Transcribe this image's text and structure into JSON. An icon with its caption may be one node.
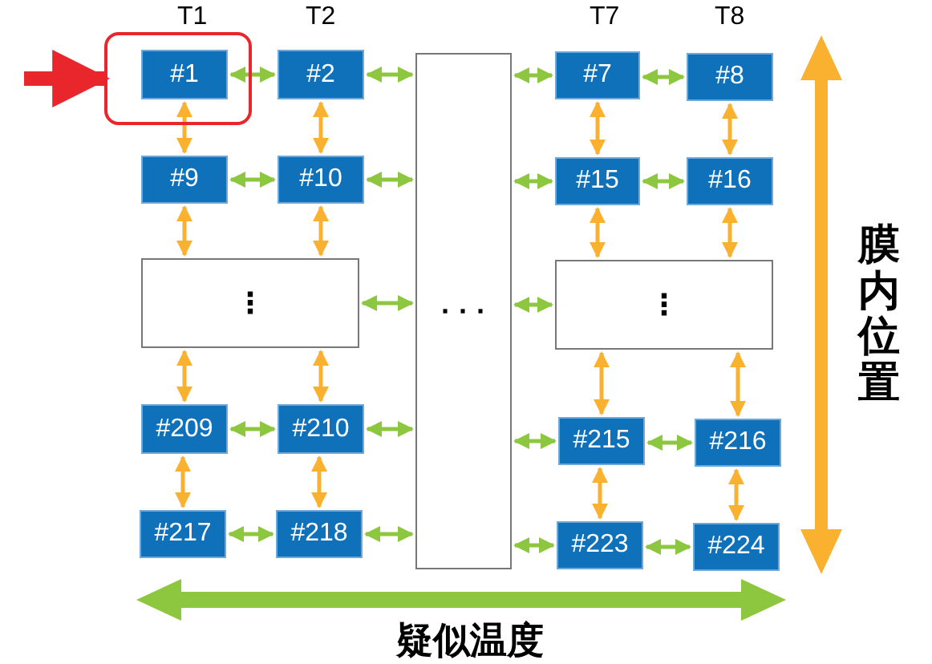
{
  "diagram": {
    "nodes": [
      {
        "text": [],
        "shape": "box"
      },
      {
        "text": [
          "#1"
        ],
        "in": 0
      },
      {
        "text": [
          "#2"
        ]
      },
      {
        "text": [
          "· · ·"
        ]
      },
      {
        "text": [
          "#7"
        ]
      },
      {
        "text": [
          "#8"
        ]
      },
      {
        "text": [
          "#9"
        ]
      },
      {
        "text": [
          "#10"
        ]
      },
      {
        "text": [
          "#15"
        ]
      },
      {
        "text": [
          "#16"
        ]
      },
      {
        "text": [
          "⋮"
        ]
      },
      {
        "text": [
          "⋮"
        ]
      },
      {
        "text": [
          "#209"
        ]
      },
      {
        "text": [
          "#210"
        ]
      },
      {
        "text": [
          "#215"
        ]
      },
      {
        "text": [
          "#216"
        ]
      },
      {
        "text": [
          "#217"
        ]
      },
      {
        "text": [
          "#218"
        ]
      },
      {
        "text": [
          "#223"
        ]
      },
      {
        "text": [
          "#224"
        ]
      }
    ],
    "edges": [
      {
        "from": null,
        "to": 0,
        "arrow": "to",
        "style": "thick",
        "color": "#e8262b"
      },
      {
        "from": 1,
        "to": 2,
        "arrow": "both"
      },
      {
        "from": 2,
        "to": 3,
        "arrow": "both"
      },
      {
        "from": 3,
        "to": 4,
        "arrow": "both"
      },
      {
        "from": 4,
        "to": 5,
        "arrow": "both"
      },
      {
        "from": 6,
        "to": 7,
        "arrow": "both"
      },
      {
        "from": 7,
        "to": 3,
        "arrow": "both"
      },
      {
        "from": 3,
        "to": 8,
        "arrow": "both"
      },
      {
        "from": 8,
        "to": 9,
        "arrow": "both"
      },
      {
        "from": 10,
        "to": 3,
        "arrow": "both"
      },
      {
        "from": 3,
        "to": 11,
        "arrow": "both"
      },
      {
        "from": 12,
        "to": 13,
        "arrow": "both"
      },
      {
        "from": 13,
        "to": 3,
        "arrow": "both"
      },
      {
        "from": 3,
        "to": 14,
        "arrow": "both"
      },
      {
        "from": 14,
        "to": 15,
        "arrow": "both"
      },
      {
        "from": 16,
        "to": 17,
        "arrow": "both"
      },
      {
        "from": 17,
        "to": 3,
        "arrow": "both"
      },
      {
        "from": 3,
        "to": 18,
        "arrow": "both"
      },
      {
        "from": 18,
        "to": 19,
        "arrow": "both"
      },
      {
        "from": 1,
        "to": 6,
        "arrow": "both",
        "color": "#fbb130"
      },
      {
        "from": 2,
        "to": 7,
        "arrow": "both",
        "color": "#fbb130"
      },
      {
        "from": 4,
        "to": 8,
        "arrow": "both",
        "color": "#fbb130"
      },
      {
        "from": 5,
        "to": 9,
        "arrow": "both",
        "color": "#fbb130"
      },
      {
        "from": 6,
        "to": 10,
        "arrow": "both",
        "color": "#fbb130"
      },
      {
        "from": 7,
        "to": 10,
        "arrow": "both",
        "color": "#fbb130"
      },
      {
        "from": 8,
        "to": 11,
        "arrow": "both",
        "color": "#fbb130"
      },
      {
        "from": 9,
        "to": 11,
        "arrow": "both",
        "color": "#fbb130"
      },
      {
        "from": 10,
        "to": 12,
        "arrow": "both",
        "color": "#fbb130"
      },
      {
        "from": 10,
        "to": 13,
        "arrow": "both",
        "color": "#fbb130"
      },
      {
        "from": 11,
        "to": 14,
        "arrow": "both",
        "color": "#fbb130"
      },
      {
        "from": 11,
        "to": 15,
        "arrow": "both",
        "color": "#fbb130"
      },
      {
        "from": 12,
        "to": 16,
        "arrow": "both",
        "color": "#fbb130"
      },
      {
        "from": 13,
        "to": 17,
        "arrow": "both",
        "color": "#fbb130"
      },
      {
        "from": 14,
        "to": 18,
        "arrow": "both",
        "color": "#fbb130"
      },
      {
        "from": 15,
        "to": 19,
        "arrow": "both",
        "color": "#fbb130"
      }
    ],
    "labels": [
      "T1",
      "T2",
      "T7",
      "T8",
      "膜内位置",
      "疑似温度"
    ]
  }
}
